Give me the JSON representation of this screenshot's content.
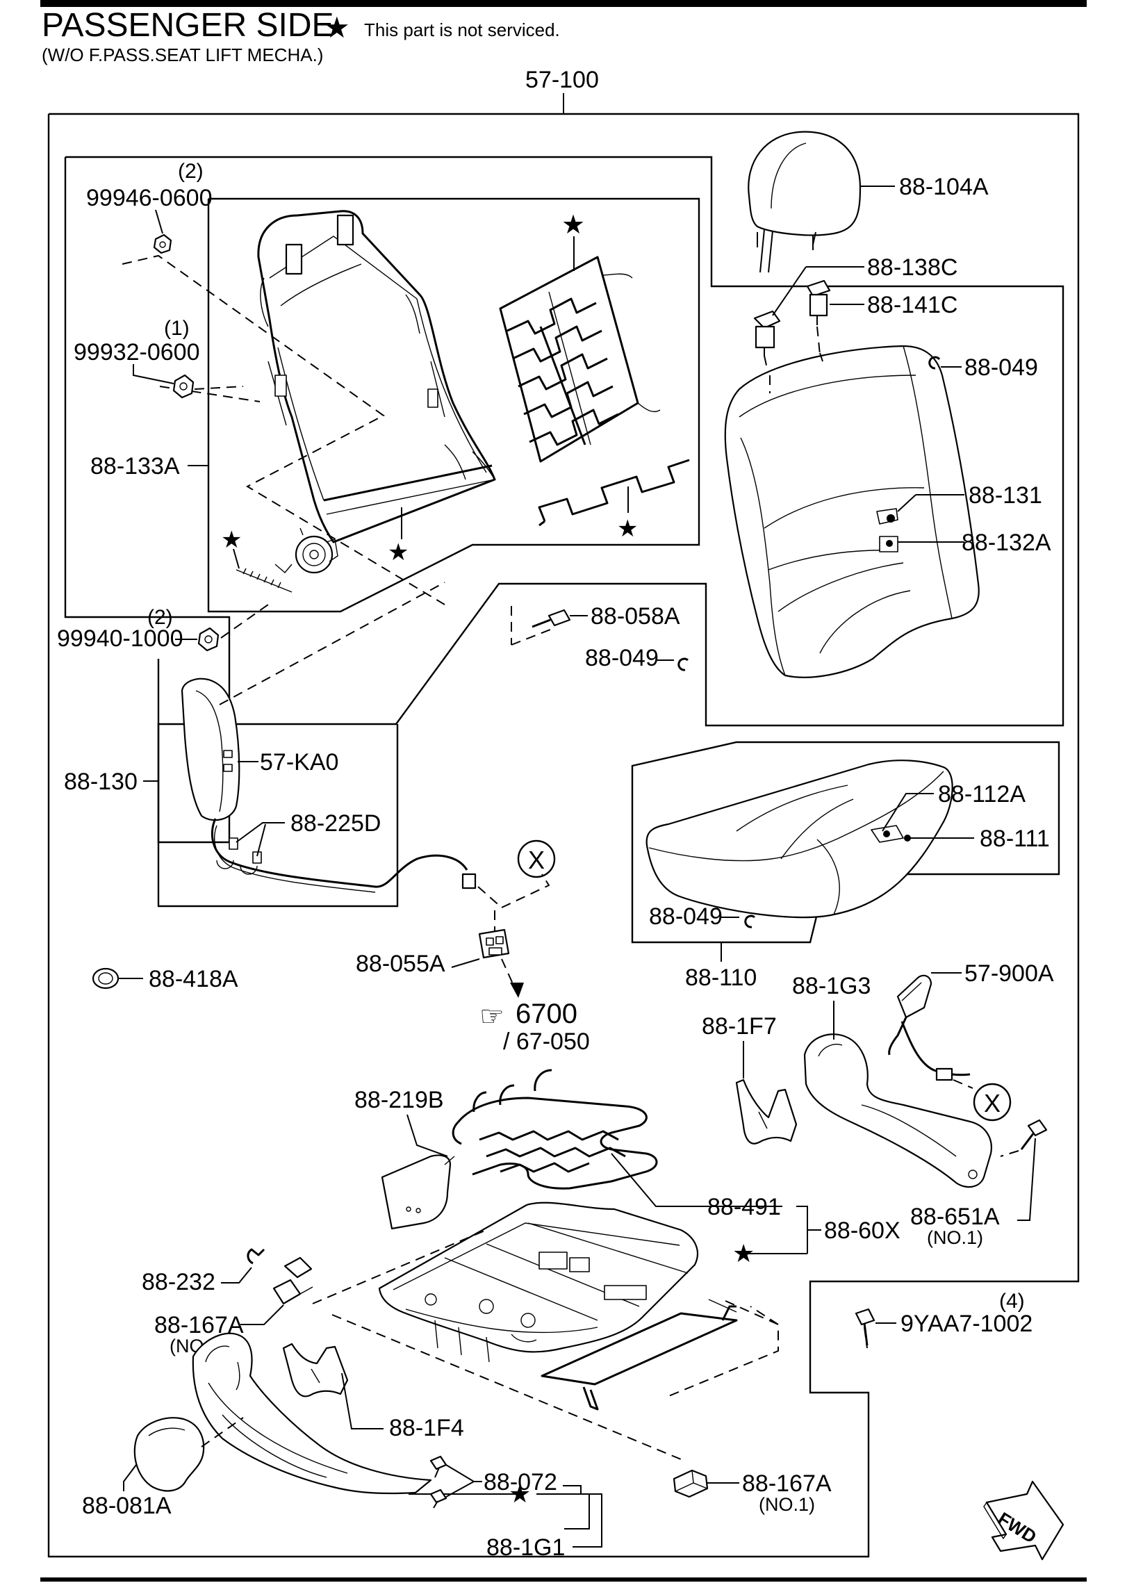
{
  "title": "PASSENGER SIDE",
  "notice": "This part is not serviced.",
  "subtitle": "(W/O F.PASS.SEAT LIFT MECHA.)",
  "symbols": {
    "not_serviced": "★",
    "reference_hand": "☞",
    "connector": "X"
  },
  "icons": [
    "star-icon",
    "hand-pointer-icon",
    "connector-x-icon",
    "fwd-arrow-icon"
  ],
  "fwd": "FWD",
  "reference": {
    "number": "6700",
    "sub": "/ 67-050"
  },
  "parts": {
    "assembly": "57-100",
    "headrest": "88-104A",
    "guide_locked": "88-138C",
    "guide_free": "88-141C",
    "hog_ring": "88-049",
    "back_cover": "88-131",
    "back_clip": "88-132A",
    "back_pad_bolt": "88-058A",
    "nut_upper": "99946-0600",
    "nut_upper_qty": "(2)",
    "nut_middle": "99932-0600",
    "nut_middle_qty": "(1)",
    "back_frame": "88-133A",
    "nut_lower": "99940-1000",
    "nut_lower_qty": "(2)",
    "side_airbag_module": "57-KA0",
    "side_airbag_group": "88-130",
    "harness_clip": "88-225D",
    "cushion_cover": "88-112A",
    "cushion_clip": "88-111",
    "cushion_pad": "88-110",
    "connector_holder": "88-055A",
    "grommet": "88-418A",
    "belt_buckle": "57-900A",
    "inner_cover": "88-1G3",
    "cover_bracket": "88-1F7",
    "cushion_spring": "88-219B",
    "spring_set": "88-491",
    "adjuster": "88-60X",
    "front_bolt": "88-651A",
    "front_bolt_no": "(NO.1)",
    "mount_bolt": "9YAA7-1002",
    "mount_bolt_qty": "(4)",
    "clip_232": "88-232",
    "rail_cap_2": "88-167A",
    "rail_cap_2_no": "(NO.2)",
    "bracket_1f4": "88-1F4",
    "screw": "88-072",
    "rail_cap_1": "88-167A",
    "rail_cap_1_no": "(NO.1)",
    "knob": "88-081A",
    "outer_cover": "88-1G1"
  }
}
